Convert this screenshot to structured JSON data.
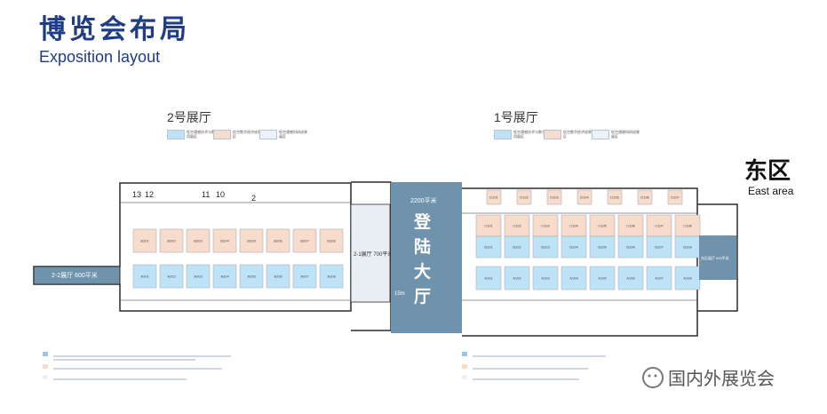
{
  "title": {
    "cn": "博览会布局",
    "en": "Exposition layout"
  },
  "hall2": {
    "title": "2号展厅",
    "legend": [
      {
        "color": "#bfe3f6",
        "text": "低空通感技术与数字应用展区"
      },
      {
        "color": "#f8dccb",
        "text": "低空数字经济成果展区"
      },
      {
        "color": "#edf1fb",
        "text": "低空通感科研成果展区"
      }
    ],
    "entrances": [
      "13",
      "12",
      "11",
      "10",
      "2"
    ],
    "area_left": "2-2展厅 600平米",
    "area_right": "2-1展厅 700平米",
    "top_booths": [
      "B201",
      "B202",
      "B203",
      "B204",
      "B205",
      "B206",
      "B207",
      "B208"
    ],
    "bottom_booths": [
      "A201",
      "A202",
      "A203",
      "A204",
      "A205",
      "A206",
      "A207",
      "A208"
    ]
  },
  "center": {
    "hall": "登陆大厅",
    "area": "2200平米",
    "label_top": "登陆大厅",
    "label_side": "15m"
  },
  "hall1": {
    "title": "1号展厅",
    "legend": [
      {
        "color": "#bfe3f6",
        "text": "低空通感技术与数字应用展区"
      },
      {
        "color": "#f8dccb",
        "text": "低空数字经济成果展区"
      },
      {
        "color": "#edf1fb",
        "text": "低空通感科研成果展区"
      }
    ],
    "top_small": [
      "D101",
      "D102",
      "D103",
      "D104",
      "D105",
      "D106",
      "D107"
    ],
    "mid_booths": [
      "C101",
      "C102",
      "C103",
      "C104",
      "C105",
      "C106",
      "C107",
      "C108"
    ],
    "low_booths": [
      "B101",
      "B102",
      "B103",
      "B104",
      "B105",
      "B106",
      "B107",
      "B108"
    ],
    "bottom_booths": [
      "A101",
      "A102",
      "A103",
      "A104",
      "A105",
      "A106",
      "A107",
      "A108"
    ],
    "east_area": "东区展厅 600平米"
  },
  "east": {
    "cn": "东区",
    "en": "East area"
  },
  "watermark": "国内外展览会",
  "colors": {
    "brand": "#1f3c88",
    "lobby": "#6f93ad",
    "blue_booth": "#bfe3f6",
    "peach_booth": "#f8dccb",
    "wall": "#2b2b2b"
  }
}
